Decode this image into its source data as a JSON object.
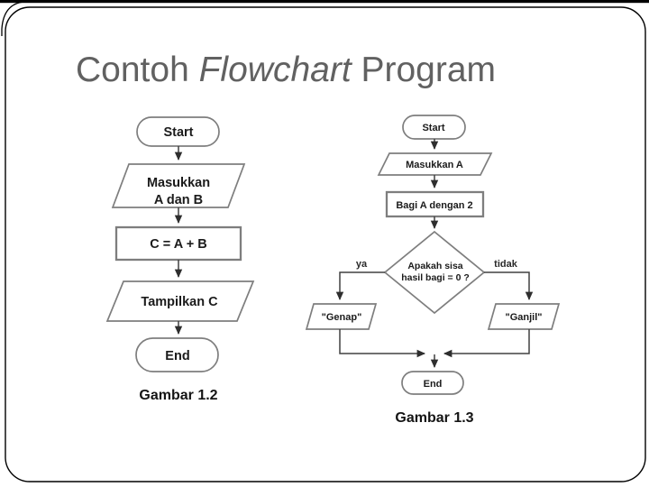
{
  "slide": {
    "title": {
      "part1": "Contoh ",
      "part2_italic": "Flowchart",
      "part3": " Program"
    }
  },
  "left_flowchart": {
    "caption": "Gambar 1.2",
    "nodes": {
      "start": "Start",
      "input_line1": "Masukkan",
      "input_line2": "A dan B",
      "process": "C = A + B",
      "output": "Tampilkan C",
      "end": "End"
    }
  },
  "right_flowchart": {
    "caption": "Gambar 1.3",
    "nodes": {
      "start": "Start",
      "input": "Masukkan A",
      "process": "Bagi A dengan 2",
      "decision_line1": "Apakah sisa",
      "decision_line2": "hasil bagi = 0 ?",
      "branch_yes": "ya",
      "branch_no": "tidak",
      "result_even": "\"Genap\"",
      "result_odd": "\"Ganjil\"",
      "end": "End"
    }
  },
  "colors": {
    "background": "#ffffff",
    "slide_border": "#000000",
    "title_text": "#616161",
    "shape_stroke": "#7e7e7e",
    "node_text": "#1b1b1b",
    "connector": "#404040"
  }
}
